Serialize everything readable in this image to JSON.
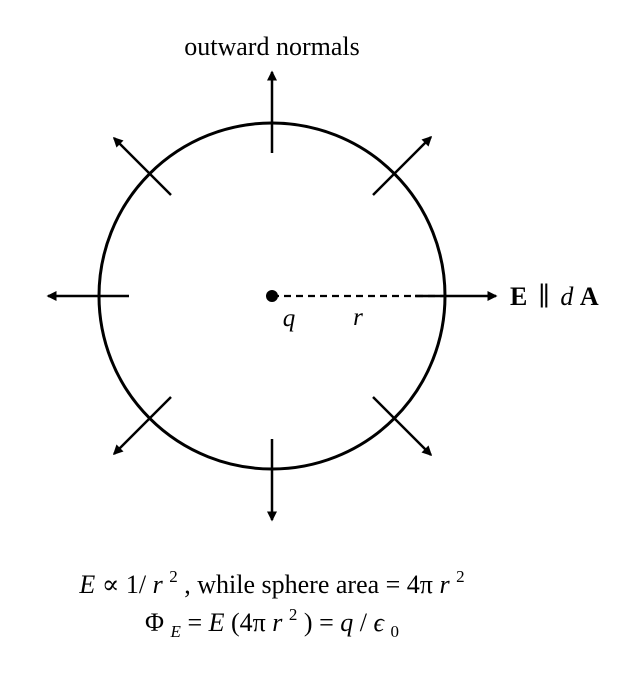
{
  "labels": {
    "top": "outward normals",
    "charge": "q",
    "radius": "r",
    "field": {
      "E": "E",
      "parallel": "∥",
      "d": "d",
      "A": "A"
    }
  },
  "equations": {
    "line1": {
      "E": "E",
      "prop": " ∝ 1/",
      "r": "r",
      "sup2": "2",
      "mid": ", while sphere area = 4π",
      "r2": "r",
      "sup2b": "2"
    },
    "line2": {
      "Phi": "Φ",
      "sub": "E",
      "eq1": " = ",
      "E": "E",
      "open": "(4π",
      "r": "r",
      "sup2": "2",
      "close": ") = ",
      "q": "q",
      "slash": "/",
      "eps": "ϵ",
      "sub0": "0"
    }
  },
  "colors": {
    "stroke": "#000000",
    "background": "#ffffff"
  }
}
